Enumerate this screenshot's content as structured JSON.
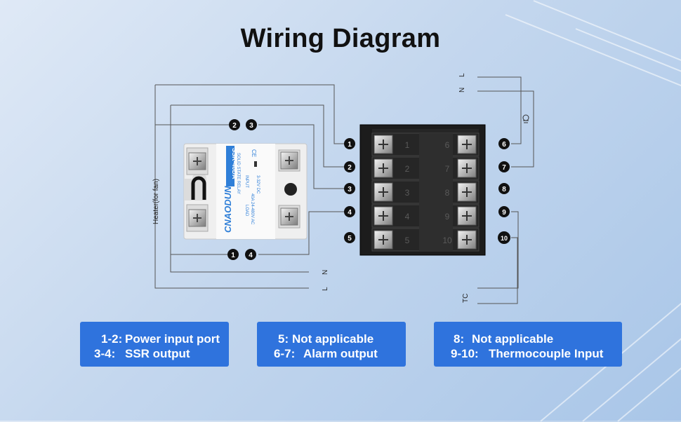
{
  "title": "Wiring Diagram",
  "ssr": {
    "brand": "CNAODUN",
    "model": "SSR-40DA",
    "subtitle": "SOLID STATE RELAY",
    "load_label": "LOAD",
    "load_rating": "40A 24-480V AC",
    "input_label": "INPUT",
    "input_rating": "3-32V DC",
    "terminals": [
      "1",
      "2",
      "3",
      "4"
    ]
  },
  "controller": {
    "left_terminals": [
      "1",
      "2",
      "3",
      "4",
      "5"
    ],
    "right_terminals": [
      "6",
      "7",
      "8",
      "9",
      "10"
    ]
  },
  "wire_labels": {
    "heater": "Heater(for fan)",
    "power_top_l": "L",
    "power_top_n": "N",
    "power_bottom_n": "N",
    "power_bottom_l": "L",
    "thermocouple": "TC"
  },
  "info_boxes": [
    {
      "lines": [
        {
          "key": "1-2:",
          "value": "Power input port"
        },
        {
          "key": "3-4:",
          "value": "SSR output"
        }
      ]
    },
    {
      "lines": [
        {
          "key": "5:",
          "value": "Not applicable"
        },
        {
          "key": "6-7:",
          "value": "Alarm output"
        }
      ]
    },
    {
      "lines": [
        {
          "key": "8:",
          "value": "Not applicable"
        },
        {
          "key": "9-10:",
          "value": "Thermocouple Input"
        }
      ]
    }
  ],
  "colors": {
    "accent": "#2f73dd",
    "wire": "#555555",
    "controller_body": "#1c1c1c",
    "ssr_body": "#eeeeee",
    "brand": "#2f7fd8"
  }
}
